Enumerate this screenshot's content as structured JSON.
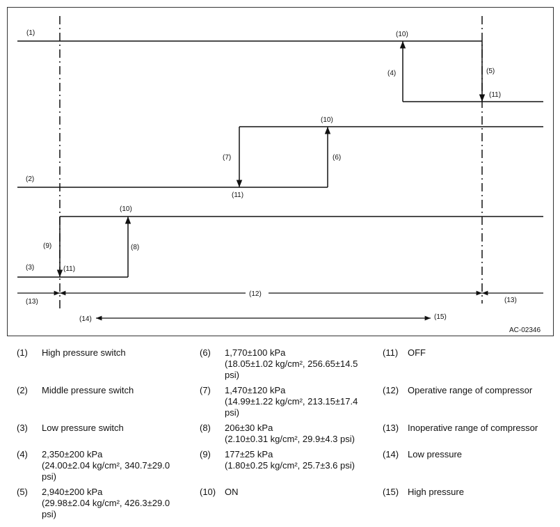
{
  "diagram": {
    "ref_code": "AC-02346",
    "labels": {
      "l1": "(1)",
      "l2": "(2)",
      "l3": "(3)",
      "l4": "(4)",
      "l5": "(5)",
      "l6": "(6)",
      "l7": "(7)",
      "l8": "(8)",
      "l9": "(9)",
      "l10": "(10)",
      "l11": "(11)",
      "l12": "(12)",
      "l13": "(13)",
      "l14": "(14)",
      "l15": "(15)"
    }
  },
  "legend": [
    {
      "num": "(1)",
      "lines": [
        "High pressure switch"
      ]
    },
    {
      "num": "(2)",
      "lines": [
        "Middle pressure switch"
      ]
    },
    {
      "num": "(3)",
      "lines": [
        "Low pressure switch"
      ]
    },
    {
      "num": "(4)",
      "lines": [
        "2,350±200 kPa",
        "(24.00±2.04 kg/cm², 340.7±29.0",
        "psi)"
      ]
    },
    {
      "num": "(5)",
      "lines": [
        "2,940±200 kPa",
        "(29.98±2.04 kg/cm², 426.3±29.0",
        "psi)"
      ]
    },
    {
      "num": "(6)",
      "lines": [
        "1,770±100 kPa",
        "(18.05±1.02 kg/cm², 256.65±14.5",
        "psi)"
      ]
    },
    {
      "num": "(7)",
      "lines": [
        "1,470±120 kPa",
        "(14.99±1.22 kg/cm², 213.15±17.4",
        "psi)"
      ]
    },
    {
      "num": "(8)",
      "lines": [
        "206±30 kPa",
        "(2.10±0.31 kg/cm², 29.9±4.3 psi)"
      ]
    },
    {
      "num": "(9)",
      "lines": [
        "177±25 kPa",
        "(1.80±0.25 kg/cm², 25.7±3.6 psi)"
      ]
    },
    {
      "num": "(10)",
      "lines": [
        "ON"
      ]
    },
    {
      "num": "(11)",
      "lines": [
        "OFF"
      ]
    },
    {
      "num": "(12)",
      "lines": [
        "Operative range of compressor"
      ]
    },
    {
      "num": "(13)",
      "lines": [
        "Inoperative range of compressor"
      ]
    },
    {
      "num": "(14)",
      "lines": [
        "Low pressure"
      ]
    },
    {
      "num": "(15)",
      "lines": [
        "High pressure"
      ]
    }
  ]
}
